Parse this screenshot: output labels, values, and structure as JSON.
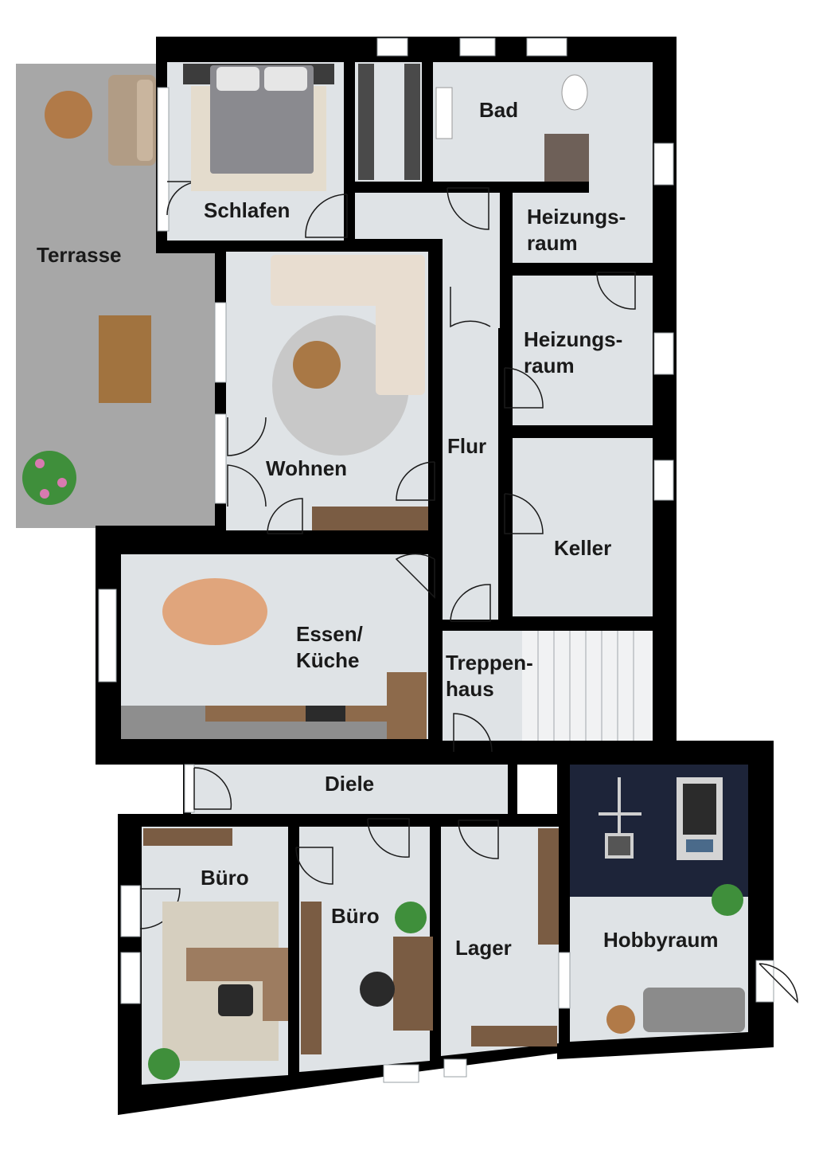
{
  "floor_plan": {
    "colors": {
      "wall": "#000000",
      "floor": "#dfe3e6",
      "terrace": "#a7a7a7",
      "hobby_floor": "#1d2439",
      "wood": "#7a5c43",
      "window": "#ffffff"
    },
    "rooms": [
      {
        "key": "schlafen",
        "label": "Schlafen"
      },
      {
        "key": "terrasse",
        "label": "Terrasse"
      },
      {
        "key": "bad",
        "label": "Bad"
      },
      {
        "key": "heizung1",
        "label": "Heizungs-\nraum"
      },
      {
        "key": "heizung2",
        "label": "Heizungs-\nraum"
      },
      {
        "key": "wohnen",
        "label": "Wohnen"
      },
      {
        "key": "flur",
        "label": "Flur"
      },
      {
        "key": "keller",
        "label": "Keller"
      },
      {
        "key": "essen",
        "label": "Essen/\nKüche"
      },
      {
        "key": "treppenhaus",
        "label": "Treppen-\nhaus"
      },
      {
        "key": "diele",
        "label": "Diele"
      },
      {
        "key": "buero1",
        "label": "Büro"
      },
      {
        "key": "buero2",
        "label": "Büro"
      },
      {
        "key": "lager",
        "label": "Lager"
      },
      {
        "key": "hobbyraum",
        "label": "Hobbyraum"
      }
    ],
    "furniture_icons": [
      "bed-icon",
      "sofa-icon",
      "round-table-icon",
      "dining-table-icon",
      "plant-icon",
      "toilet-icon",
      "washbasin-icon",
      "shower-icon",
      "wardrobe-icon",
      "sectional-sofa-icon",
      "rug-icon",
      "sideboard-icon",
      "kitchen-counter-icon",
      "stove-icon",
      "stairs-icon",
      "desk-icon",
      "office-chair-icon",
      "shelf-icon",
      "treadmill-icon",
      "weight-machine-icon"
    ]
  }
}
